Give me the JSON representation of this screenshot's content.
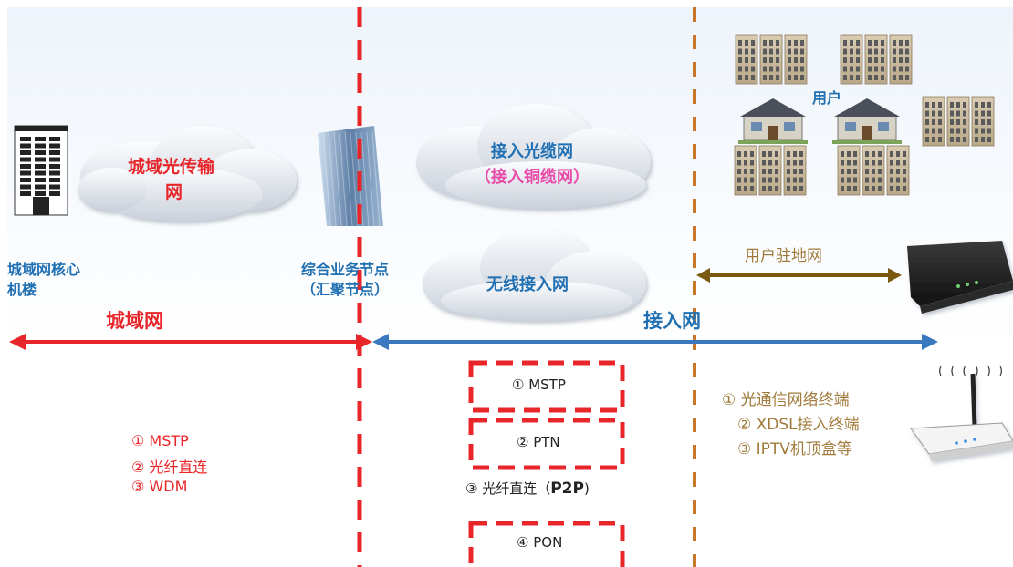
{
  "colors": {
    "metro": "#e8262a",
    "access": "#3a78bf",
    "customer": "#7a5a10",
    "boundary_red": "#e8262a",
    "boundary_orange": "#c8762a",
    "label_blue": "#1f6fb2",
    "pink": "#e94aa8",
    "gold": "#a07a3a"
  },
  "core": {
    "cloud": [
      "城域光传输",
      "网"
    ],
    "building_label": [
      "城域网核心",
      "机楼"
    ]
  },
  "node": {
    "label": [
      "综合业务节点",
      "（汇聚节点）"
    ]
  },
  "access_clouds": {
    "fiber": "接入光缆网",
    "copper": "（接入铜缆网）",
    "wireless": "无线接入网"
  },
  "users": {
    "label": "用户",
    "premises_label": "用户驻地网"
  },
  "segments": {
    "metro": "城域网",
    "access": "接入网"
  },
  "metro_list": [
    "① MSTP",
    "② 光纤直连",
    "③ WDM"
  ],
  "access_tech": {
    "mstp": "① MSTP",
    "ptn": "② PTN",
    "p2p_prefix": "③ 光纤直连（",
    "p2p_bold": "P2P",
    "p2p_suffix": ")",
    "pon": "④ PON"
  },
  "terminals": [
    "① 光通信网络终端",
    "② XDSL接入终端",
    "③ IPTV机顶盒等"
  ],
  "wifi_signal": "( ( ( ) ) )"
}
